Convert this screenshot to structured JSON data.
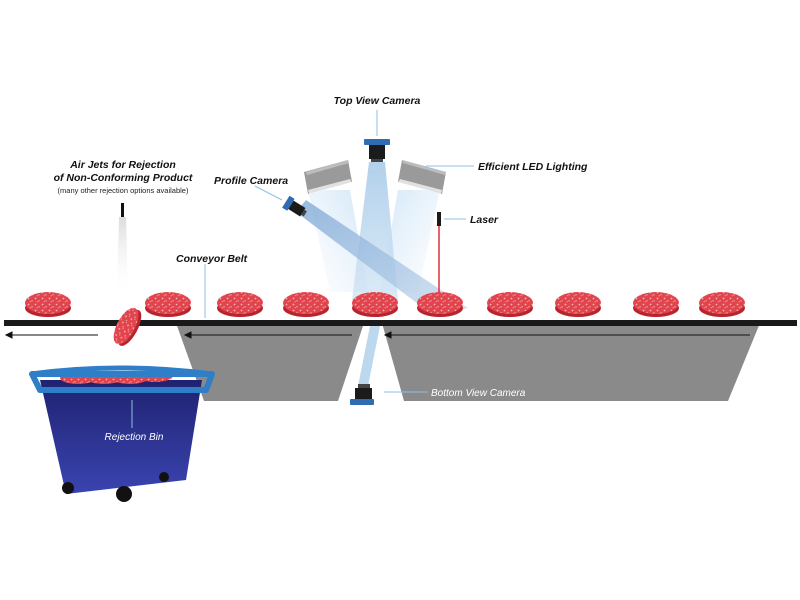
{
  "labels": {
    "top_view_camera": "Top View Camera",
    "efficient_led_lighting": "Efficient LED Lighting",
    "profile_camera": "Profile Camera",
    "laser": "Laser",
    "air_jets_line1": "Air Jets for Rejection",
    "air_jets_line2": "of Non-Conforming Product",
    "air_jets_note": "(many other rejection options available)",
    "conveyor_belt": "Conveyor Belt",
    "bottom_view_camera": "Bottom View Camera",
    "rejection_bin": "Rejection Bin"
  },
  "colors": {
    "patty": "#e0404a",
    "belt": "#1a1a1a",
    "frame": "#8a8a8a",
    "camera_blue": "#2f6db3",
    "light_beam": "#b7d6ee",
    "laser": "#d8222f",
    "bin": "#2a2f8a",
    "bin_rim": "#2f7fc8"
  },
  "icons": {
    "patty": "patty-icon",
    "camera": "camera-icon",
    "led_light": "led-light-icon",
    "laser": "laser-icon",
    "air_jet": "air-jet-icon",
    "bin": "bin-icon"
  }
}
